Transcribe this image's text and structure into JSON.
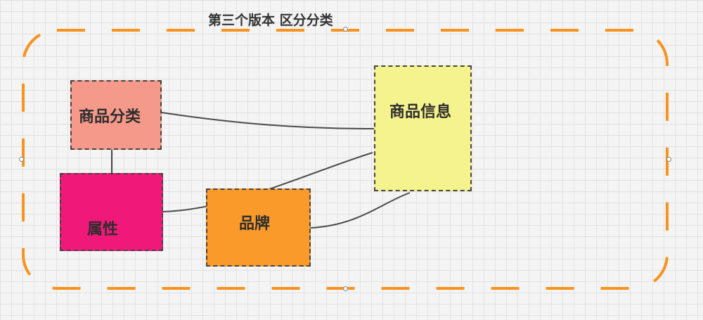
{
  "diagram": {
    "title": "第三个版本 区分分类",
    "frame_color": "#f7931e",
    "nodes": [
      {
        "id": "category",
        "label": "商品分类",
        "color": "#f5998a"
      },
      {
        "id": "attr",
        "label": "属性",
        "color": "#f0197a"
      },
      {
        "id": "brand",
        "label": "品牌",
        "color": "#f99a2a"
      },
      {
        "id": "product",
        "label": "商品信息",
        "color": "#f5f38d"
      }
    ],
    "edges": [
      {
        "from": "商品分类",
        "to": "商品信息"
      },
      {
        "from": "属性",
        "to": "商品信息"
      },
      {
        "from": "品牌",
        "to": "商品信息"
      },
      {
        "from": "商品分类",
        "to": "属性"
      }
    ]
  }
}
